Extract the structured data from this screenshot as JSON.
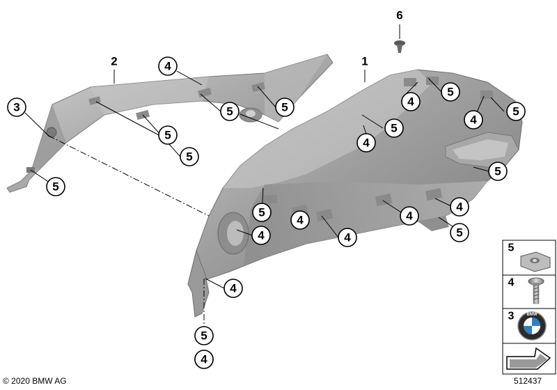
{
  "part_labels": [
    {
      "id": "p1",
      "text": "1"
    },
    {
      "id": "p2",
      "text": "2"
    },
    {
      "id": "p6",
      "text": "6"
    }
  ],
  "callouts": [
    {
      "id": "c3",
      "text": "3"
    },
    {
      "id": "c4a",
      "text": "4"
    },
    {
      "id": "c5a",
      "text": "5"
    },
    {
      "id": "c5b",
      "text": "5"
    },
    {
      "id": "c5c",
      "text": "5"
    },
    {
      "id": "c5d",
      "text": "5"
    },
    {
      "id": "c5e",
      "text": "5"
    },
    {
      "id": "c4b",
      "text": "4"
    },
    {
      "id": "c5f",
      "text": "5"
    },
    {
      "id": "c5g",
      "text": "5"
    },
    {
      "id": "c4c",
      "text": "4"
    },
    {
      "id": "c5h",
      "text": "5"
    },
    {
      "id": "c4d",
      "text": "4"
    },
    {
      "id": "c4e",
      "text": "4"
    },
    {
      "id": "c5i",
      "text": "5"
    },
    {
      "id": "c5j",
      "text": "5"
    },
    {
      "id": "c4f",
      "text": "4"
    },
    {
      "id": "c4g",
      "text": "4"
    },
    {
      "id": "c4h",
      "text": "4"
    },
    {
      "id": "c4i",
      "text": "4"
    },
    {
      "id": "c5k",
      "text": "5"
    },
    {
      "id": "c4j",
      "text": "4"
    },
    {
      "id": "c4k",
      "text": "4"
    },
    {
      "id": "c5l",
      "text": "5"
    },
    {
      "id": "c4l",
      "text": "4"
    }
  ],
  "legend": [
    {
      "id": "l5",
      "text": "5",
      "icon": "clip-nut-icon"
    },
    {
      "id": "l4",
      "text": "4",
      "icon": "screw-icon"
    },
    {
      "id": "l3",
      "text": "3",
      "icon": "bmw-emblem-icon"
    }
  ],
  "emblem_text": "BMW",
  "copyright": "© 2020 BMW AG",
  "diagram_id": "512437",
  "colors": {
    "part_grey_light": "#bdbdbd",
    "part_grey_mid": "#9a9a9a",
    "part_grey_dark": "#6f6f6f",
    "emblem_blue": "#2f7dc0"
  }
}
